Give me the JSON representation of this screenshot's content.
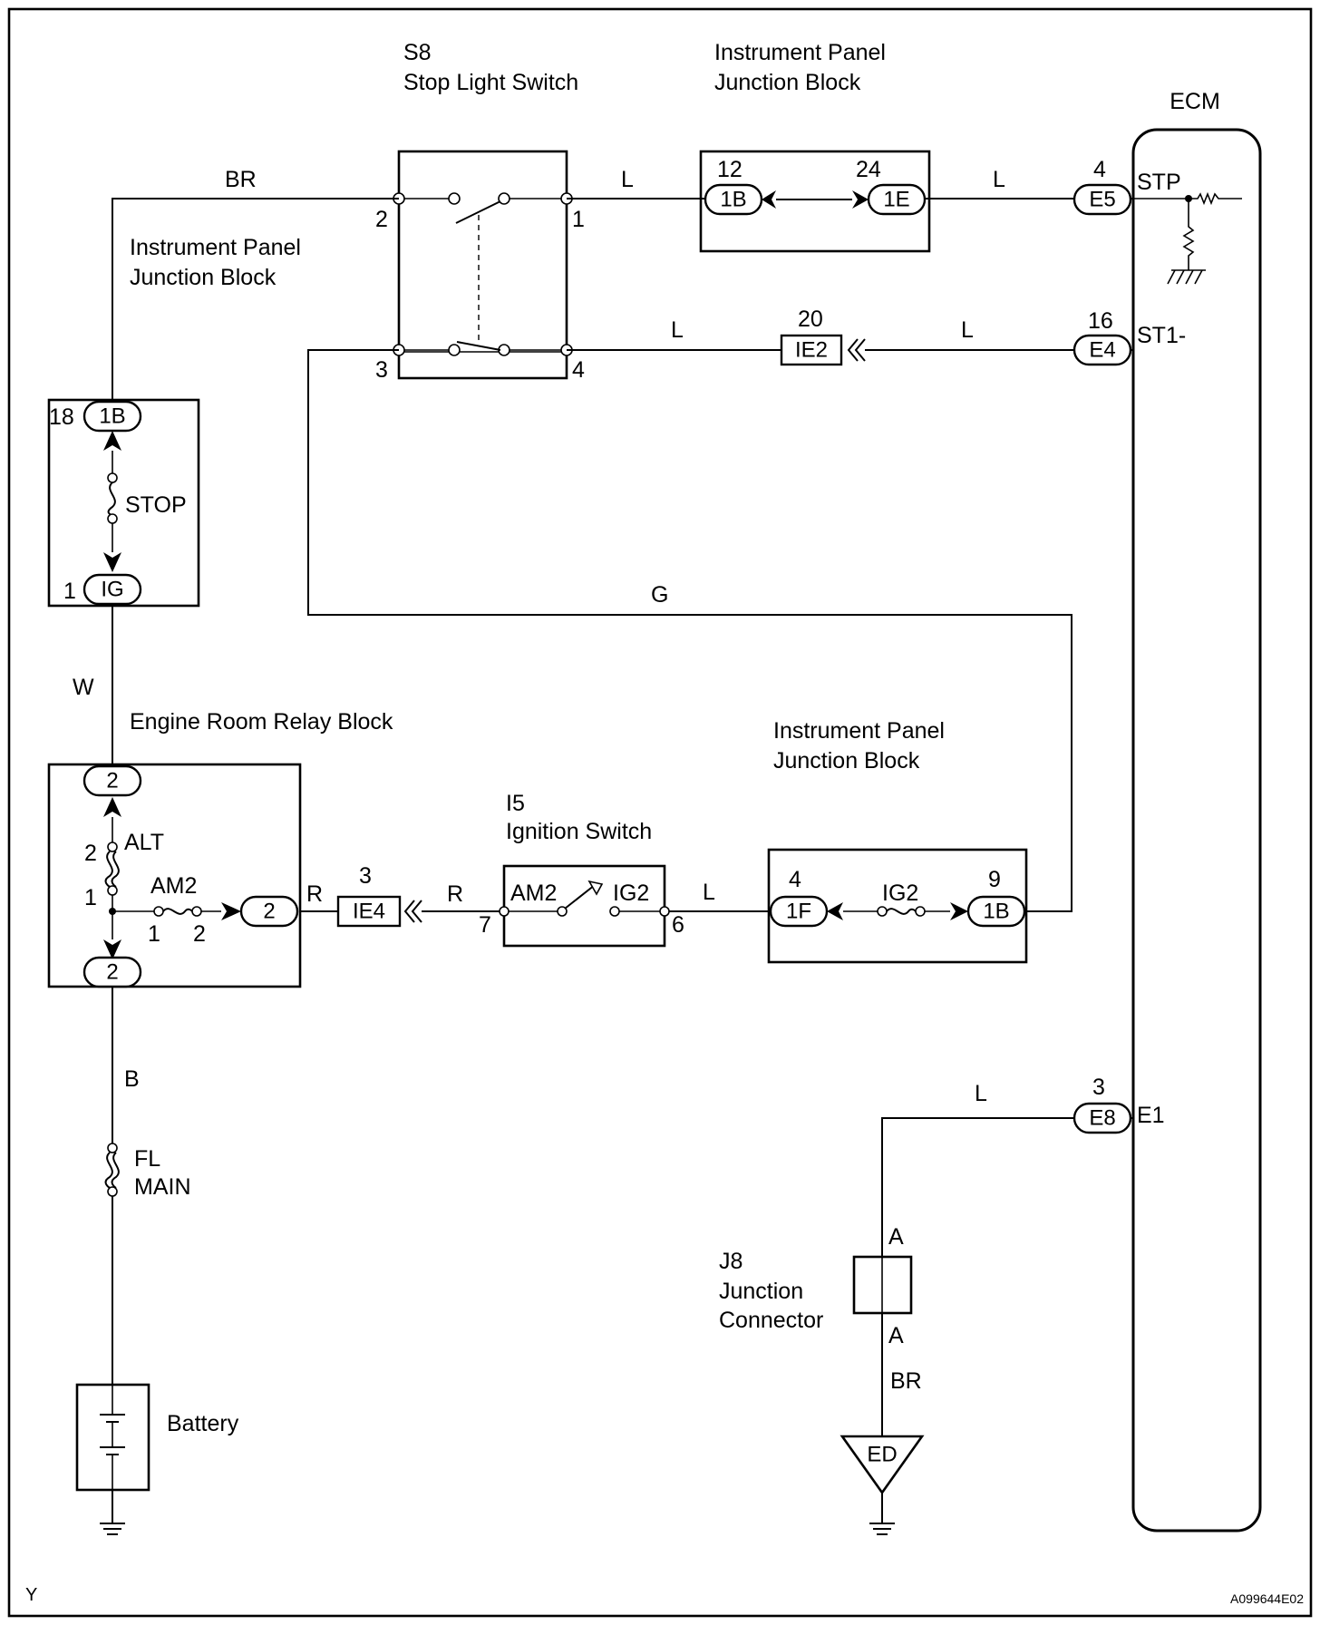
{
  "components": {
    "ecm": {
      "name": "ECM"
    },
    "stop_switch": {
      "code": "S8",
      "name": "Stop Light Switch"
    },
    "ipjb_top": {
      "line1": "Instrument Panel",
      "line2": "Junction Block"
    },
    "ipjb_left": {
      "line1": "Instrument Panel",
      "line2": "Junction Block"
    },
    "ipjb_bottom": {
      "line1": "Instrument Panel",
      "line2": "Junction Block"
    },
    "relay_block": {
      "name": "Engine Room  Relay Block"
    },
    "ignition": {
      "code": "I5",
      "name": "Ignition Switch"
    },
    "junction_connector": {
      "code": "J8",
      "line1": "Junction",
      "line2": "Connector"
    },
    "battery": {
      "name": "Battery"
    },
    "fl_main": {
      "line1": "FL",
      "line2": "MAIN"
    }
  },
  "wire_colors": {
    "br_top": "BR",
    "l_s8_jb": "L",
    "l_jb_ecm": "L",
    "l_s8_ie2": "L",
    "l_ie2_ecm": "L",
    "g": "G",
    "w": "W",
    "b": "B",
    "r1": "R",
    "r2": "R",
    "l_ig": "L",
    "l_e1": "L",
    "br_gnd": "BR"
  },
  "connectors": {
    "jb_1b_top": "1B",
    "jb_1e": "1E",
    "e5": "E5",
    "ie2": "IE2",
    "e4": "E4",
    "jb_1b_left": "1B",
    "ig": "IG",
    "relay_2_top": "2",
    "relay_2_right": "2",
    "relay_2_bottom": "2",
    "ie4": "IE4",
    "jb_1f": "1F",
    "jb_1b_bottom": "1B",
    "e8": "E8",
    "ed": "ED"
  },
  "pins": {
    "s8_2": "2",
    "s8_1": "1",
    "s8_3": "3",
    "s8_4": "4",
    "jb_12": "12",
    "jb_24": "24",
    "ecm_4": "4",
    "ie2_20": "20",
    "ecm_16": "16",
    "jb_18": "18",
    "jb_1": "1",
    "alt_2": "2",
    "alt_1": "1",
    "am2_1": "1",
    "am2_2": "2",
    "ie4_3": "3",
    "ig_7": "7",
    "ig_6": "6",
    "jb_4": "4",
    "jb_9": "9",
    "ecm_3": "3",
    "jc_a_top": "A",
    "jc_a_bottom": "A"
  },
  "terminals": {
    "stp": "STP",
    "st1": "ST1-",
    "e1": "E1",
    "ig_am2": "AM2",
    "ig_ig2": "IG2"
  },
  "fuses": {
    "stop": "STOP",
    "alt": "ALT",
    "am2": "AM2",
    "ig2": "IG2"
  },
  "corner": {
    "left": "Y",
    "right": "A099644E02"
  }
}
